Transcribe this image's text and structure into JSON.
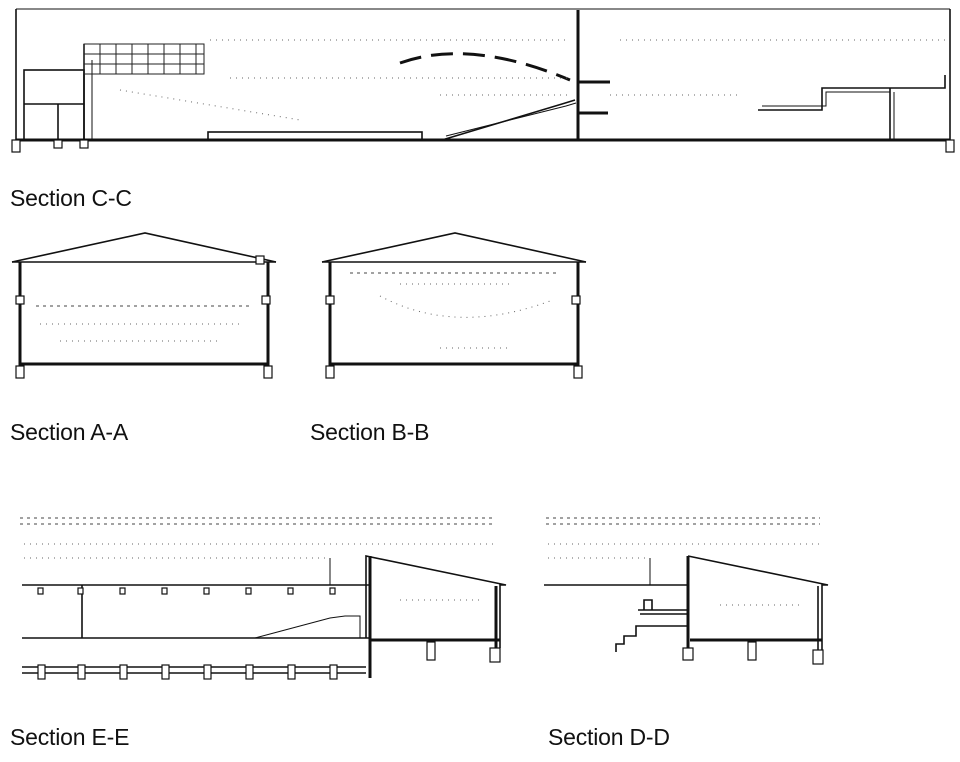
{
  "sections": {
    "c": {
      "label": "Section C-C"
    },
    "a": {
      "label": "Section A-A"
    },
    "b": {
      "label": "Section B-B"
    },
    "e": {
      "label": "Section E-E"
    },
    "d": {
      "label": "Section D-D"
    }
  }
}
